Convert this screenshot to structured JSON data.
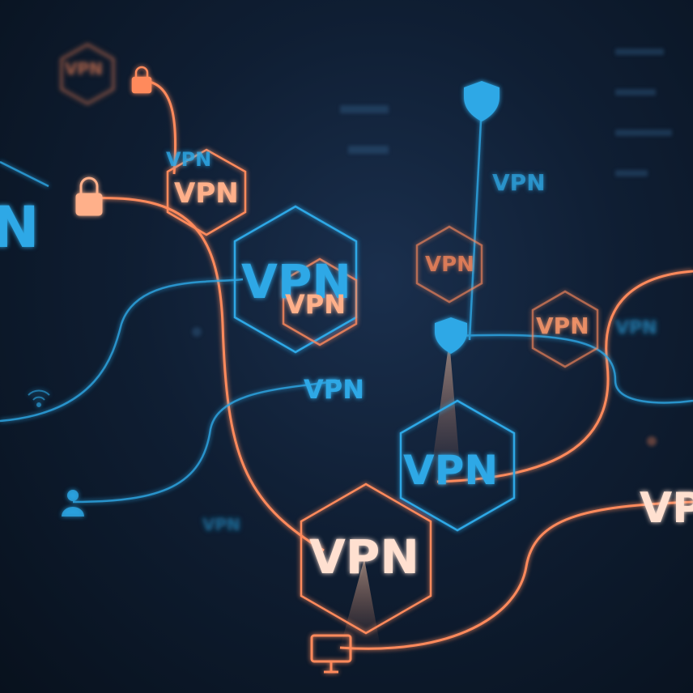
{
  "scene": {
    "labels": [
      "VPN",
      "VPN",
      "VPN",
      "VPN",
      "VPN",
      "VPN",
      "VPN",
      "VPN",
      "VPN",
      "VPN",
      "VPN",
      "VPN",
      "VPN",
      "N",
      "VP"
    ],
    "colors": {
      "orange": "#ff8a5c",
      "blue": "#2ea8e6",
      "background": "#0f1e33"
    },
    "icons": [
      "lock-icon",
      "shield-icon",
      "monitor-icon",
      "user-icon",
      "wifi-icon"
    ]
  }
}
